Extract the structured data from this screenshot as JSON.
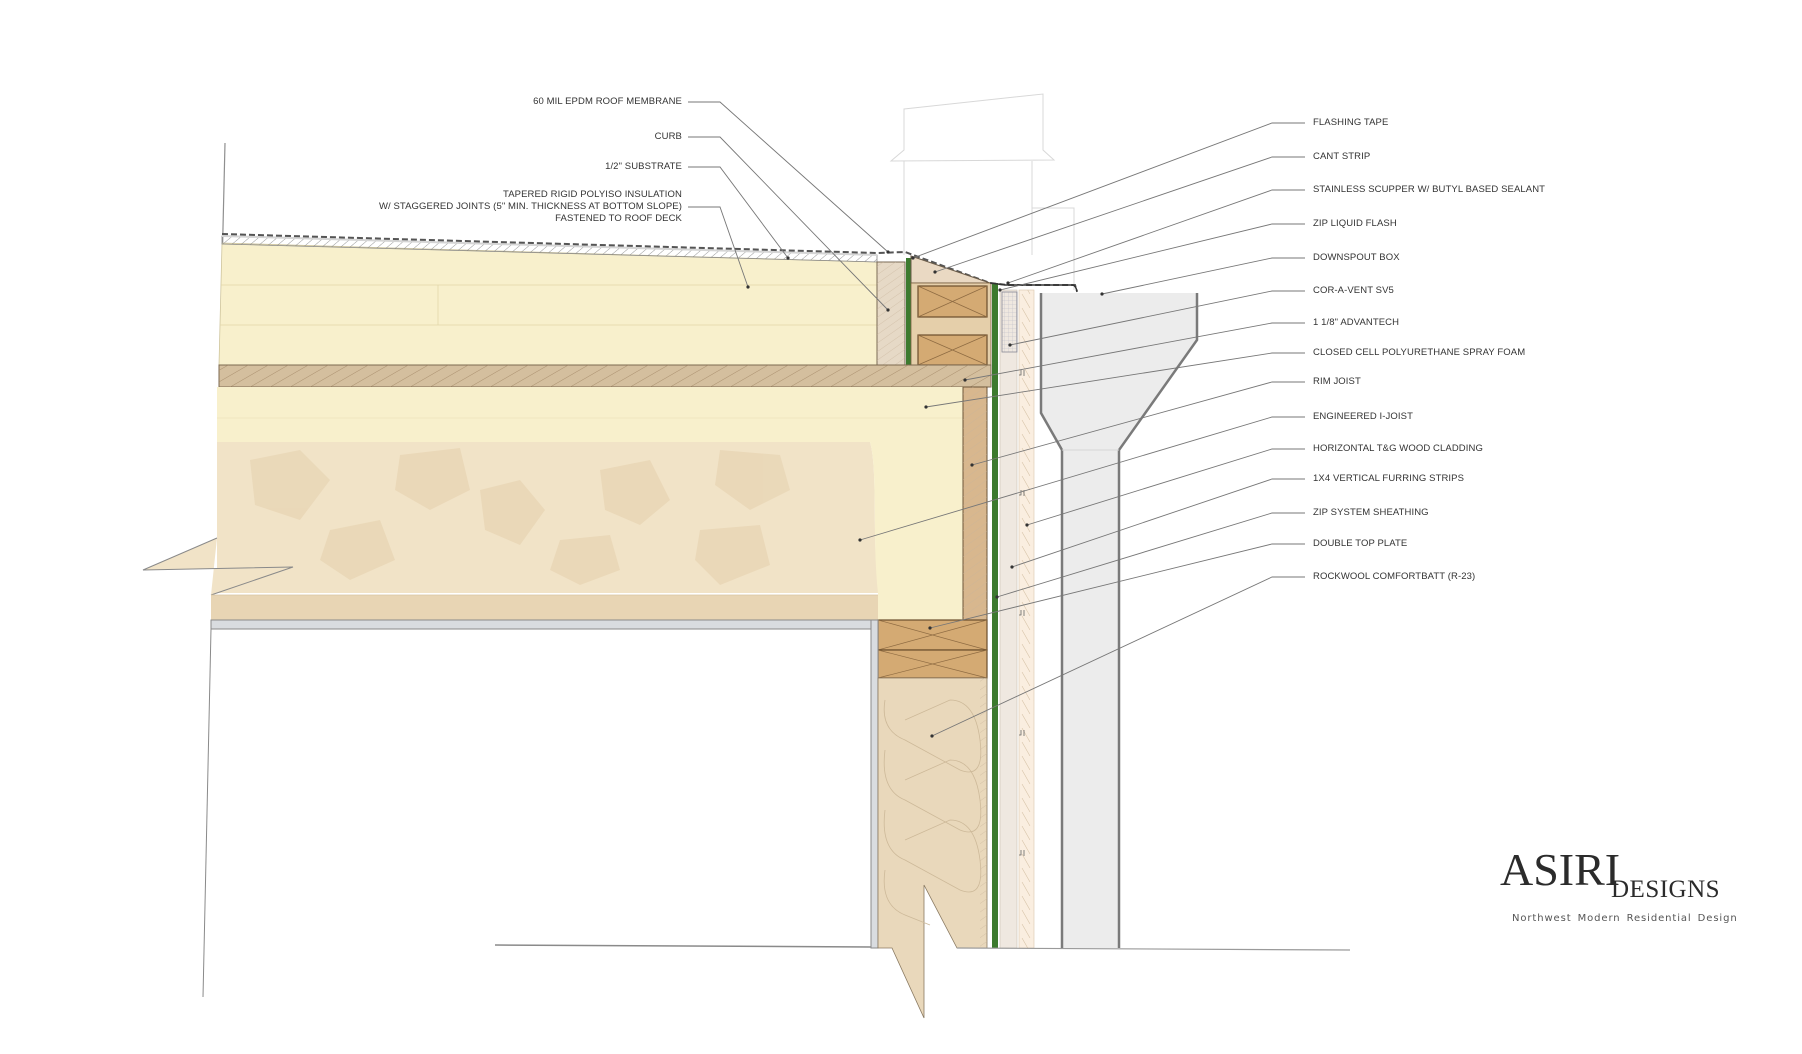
{
  "diagram": {
    "type": "architectural-section-detail",
    "subject": "Roof parapet / scupper to wall section"
  },
  "labels_left": [
    {
      "id": "epdm",
      "lines": [
        "60 MIL EPDM ROOF MEMBRANE"
      ]
    },
    {
      "id": "curb",
      "lines": [
        "CURB"
      ]
    },
    {
      "id": "substrate",
      "lines": [
        "1/2\" SUBSTRATE"
      ]
    },
    {
      "id": "polyiso",
      "lines": [
        "TAPERED RIGID POLYISO INSULATION",
        "W/ STAGGERED JOINTS (5\" MIN. THICKNESS AT BOTTOM SLOPE)",
        "FASTENED TO ROOF DECK"
      ]
    }
  ],
  "labels_right": [
    {
      "id": "flashing-tape",
      "text": "FLASHING TAPE"
    },
    {
      "id": "cant-strip",
      "text": "CANT STRIP"
    },
    {
      "id": "scupper",
      "text": "STAINLESS SCUPPER W/ BUTYL BASED SEALANT"
    },
    {
      "id": "zip-liquid-flash",
      "text": "ZIP LIQUID FLASH"
    },
    {
      "id": "downspout-box",
      "text": "DOWNSPOUT BOX"
    },
    {
      "id": "cor-a-vent",
      "text": "COR-A-VENT SV5"
    },
    {
      "id": "advantech",
      "text": "1 1/8\" ADVANTECH"
    },
    {
      "id": "spray-foam",
      "text": "CLOSED CELL POLYURETHANE SPRAY FOAM"
    },
    {
      "id": "rim-joist",
      "text": "RIM JOIST"
    },
    {
      "id": "i-joist",
      "text": "ENGINEERED I-JOIST"
    },
    {
      "id": "cladding",
      "text": "HORIZONTAL T&G WOOD CLADDING"
    },
    {
      "id": "furring",
      "text": "1X4 VERTICAL FURRING STRIPS"
    },
    {
      "id": "zip-sheathing",
      "text": "ZIP SYSTEM SHEATHING"
    },
    {
      "id": "top-plate",
      "text": "DOUBLE TOP PLATE"
    },
    {
      "id": "rockwool",
      "text": "ROCKWOOL COMFORTBATT (R-23)"
    }
  ],
  "logo": {
    "main": "ASIRI",
    "sub": "DESIGNS",
    "tagline": "Northwest Modern Residential Design"
  },
  "colors": {
    "polyiso": "#f8f0cc",
    "wood": "#d9bf9a",
    "blocking": "#d2a76e",
    "spray_foam": "#f5e7c8",
    "ijoist_flange": "#e8d7b8",
    "batt": "#e9d8bb",
    "sheathing_green": "#3c7a2e",
    "downspout": "#ececec",
    "membrane": "#9a9a9a",
    "gypsum": "#d6d9de",
    "leader": "#555555"
  }
}
